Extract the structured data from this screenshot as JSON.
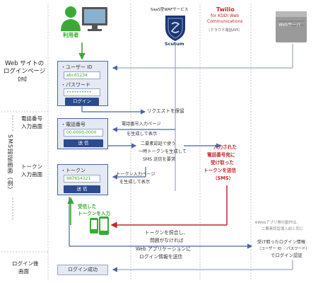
{
  "columns": {
    "user": "利用者",
    "scutum_sub": "SaaS型WAFサービス",
    "scutum": "Scutum",
    "twilio_title": "Twilio",
    "twilio_line2": "for KDDI Web",
    "twilio_line3": "Communications",
    "twilio_api": "（クラウド電話API）",
    "webserver": "Webサーバ"
  },
  "left_labels": {
    "login_page_1": "Web サイトの",
    "login_page_2": "ログインページ",
    "login_page_3": "【例】",
    "phone_screen_1": "電話番号",
    "phone_screen_2": "入力画面",
    "sms_vertical": "SMS認証画面（例）",
    "token_screen_1": "トークン",
    "token_screen_2": "入力画面",
    "after_login_1": "ログイン後",
    "after_login_2": "画面"
  },
  "login_form": {
    "user_id_label": "・ユーザー ID",
    "user_id_value": "abcd1234",
    "password_label": "・パスワード",
    "password_value": "••••••••••",
    "login_button": "ログイン"
  },
  "phone_form": {
    "label": "・電話番号",
    "value": "00-0000-0000",
    "send_button": "送 信"
  },
  "token_form": {
    "label": "・トークン",
    "value": "987654321",
    "send_button": "送 信"
  },
  "success_box": "ログイン成功",
  "flow_labels": {
    "hold_request": "リクエストを保留",
    "gen_phone_page_1": "電話番号入力ページ",
    "gen_phone_page_2": "を生成して表示",
    "two_factor_1": "二要素認証で使う",
    "two_factor_2": "一時トークンを生成して",
    "two_factor_3": "SMS 送信を要求",
    "gen_token_page_1": "トークン入力ページ",
    "gen_token_page_2": "を生成して表示",
    "verify_1": "トークンを照合し、",
    "verify_2": "問題がなければ",
    "verify_3": "Web アプリケーションに",
    "verify_4": "ログイン情報を送信"
  },
  "sms_note": {
    "line1": "入力された",
    "line2": "電話番号宛に",
    "line3": "受け取った",
    "line4": "トークンを送信",
    "line5": "（SMS）"
  },
  "received_token": {
    "line1": "受信した",
    "line2": "トークンを入力"
  },
  "webapp_note": {
    "line1": "※Webアプリ側の動作は、",
    "line2": "二要素認証導入前と同じ"
  },
  "receive_login": {
    "line1": "受け取ったログイン情報",
    "line2": "（ユーザー ID ／パスワード）",
    "line3": "でログイン認証"
  },
  "colors": {
    "blue_arrow": "#4a64a6",
    "green_arrow": "#3aaa35",
    "red_arrow": "#c0282e",
    "box_fill": "#e4e9f3",
    "button_fill": "#2b4a8f"
  }
}
